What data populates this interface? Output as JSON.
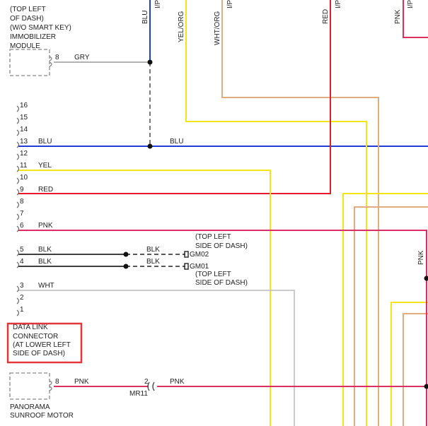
{
  "colors": {
    "blu": "#1f3ed8",
    "yel": "#f4e51a",
    "red": "#e31b2c",
    "pnk": "#dc2f61",
    "blk": "#222222",
    "wht": "#c4c4c4",
    "gry": "#9a9a9a",
    "orange_tan": "#e1ac7e",
    "highlight": "#e0383a"
  },
  "immobilizer": {
    "lines": [
      "(TOP LEFT",
      "OF DASH)",
      "(W/O SMART KEY)",
      "IMMOBILIZER",
      "MODULE"
    ],
    "pin": "8",
    "wire": "GRY"
  },
  "top_wires": {
    "blu": "BLU",
    "blu_ip": "I/P",
    "yelorg": "YEL/ORG",
    "whtorg": "WHT/ORG",
    "whtorg_ip": "I/P",
    "red": "RED",
    "red_ip": "I/P",
    "pnk": "PNK",
    "pnk_ip": "I/P"
  },
  "dlc_pins": {
    "p16": "16",
    "p15": "15",
    "p14": "14",
    "p13": "13",
    "p12": "12",
    "p11": "11",
    "p10": "10",
    "p9": "9",
    "p8": "8",
    "p7": "7",
    "p6": "6",
    "p5": "5",
    "p4": "4",
    "p3": "3",
    "p2": "2",
    "p1": "1"
  },
  "dlc_wires": {
    "p13": "BLU",
    "p13_right": "BLU",
    "p11": "YEL",
    "p9": "RED",
    "p6": "PNK",
    "p5": "BLK",
    "p5_right": "BLK",
    "p4": "BLK",
    "p4_right": "BLK",
    "p3": "WHT"
  },
  "grounds": {
    "gm02": "GM02",
    "gm01": "GM01",
    "gm02_loc": [
      "(TOP LEFT",
      "SIDE OF DASH)"
    ],
    "gm01_loc": [
      "(TOP LEFT",
      "SIDE OF DASH)"
    ]
  },
  "dlc_label": [
    "DATA LINK",
    "CONNECTOR",
    "(AT LOWER LEFT",
    "SIDE OF DASH)"
  ],
  "sunroof": {
    "pin": "8",
    "wire_left": "PNK",
    "inline_pin": "2",
    "inline_connector": "MR11",
    "wire_right": "PNK",
    "lines": [
      "PANORAMA",
      "SUNROOF MOTOR"
    ]
  },
  "right_edge": {
    "pnk": "PNK"
  }
}
